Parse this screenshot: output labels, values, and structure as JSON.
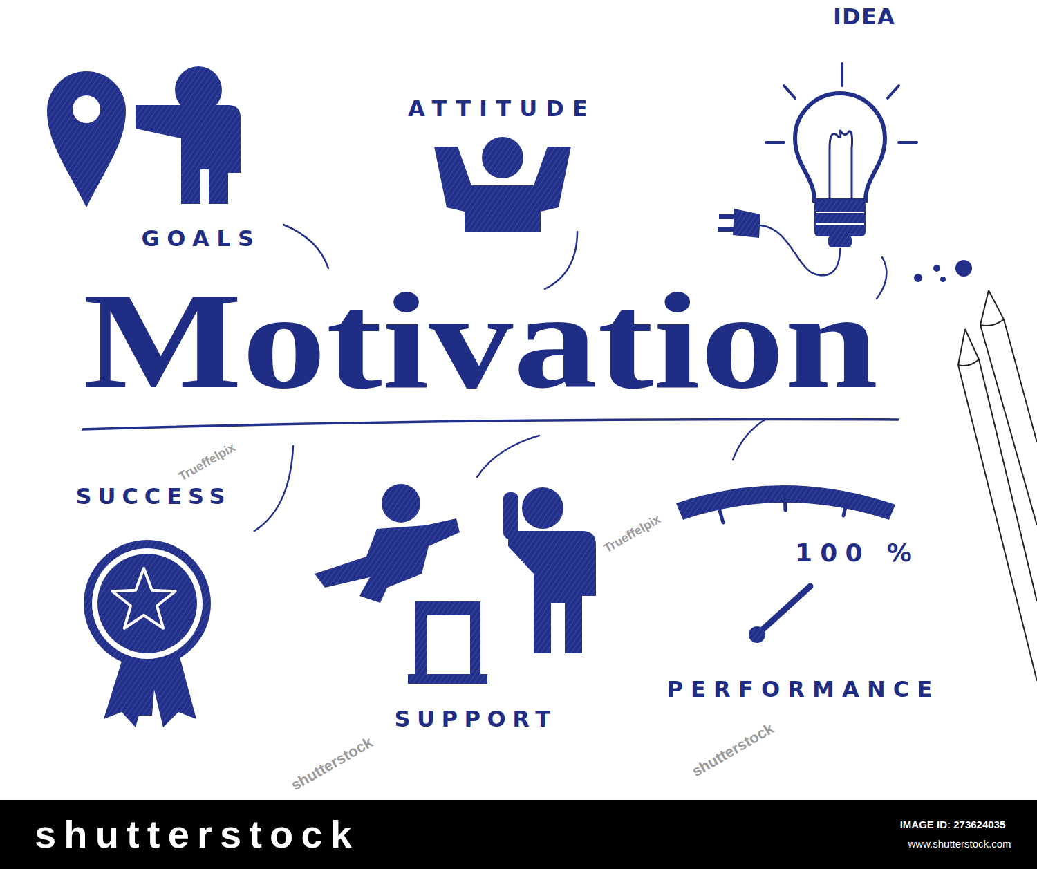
{
  "diagram": {
    "title": "Motivation",
    "labels": [
      "GOALS",
      "ATTITUDE",
      "IDEA",
      "SUCCESS",
      "SUPPORT",
      "100 %",
      "PERFORMANCE",
      "Trueffelpix",
      "Trueffelpix",
      "shutterstock",
      "shutterstock",
      "shutterstock",
      "IMAGE ID: 273624035",
      "www.shutterstock.com"
    ]
  }
}
